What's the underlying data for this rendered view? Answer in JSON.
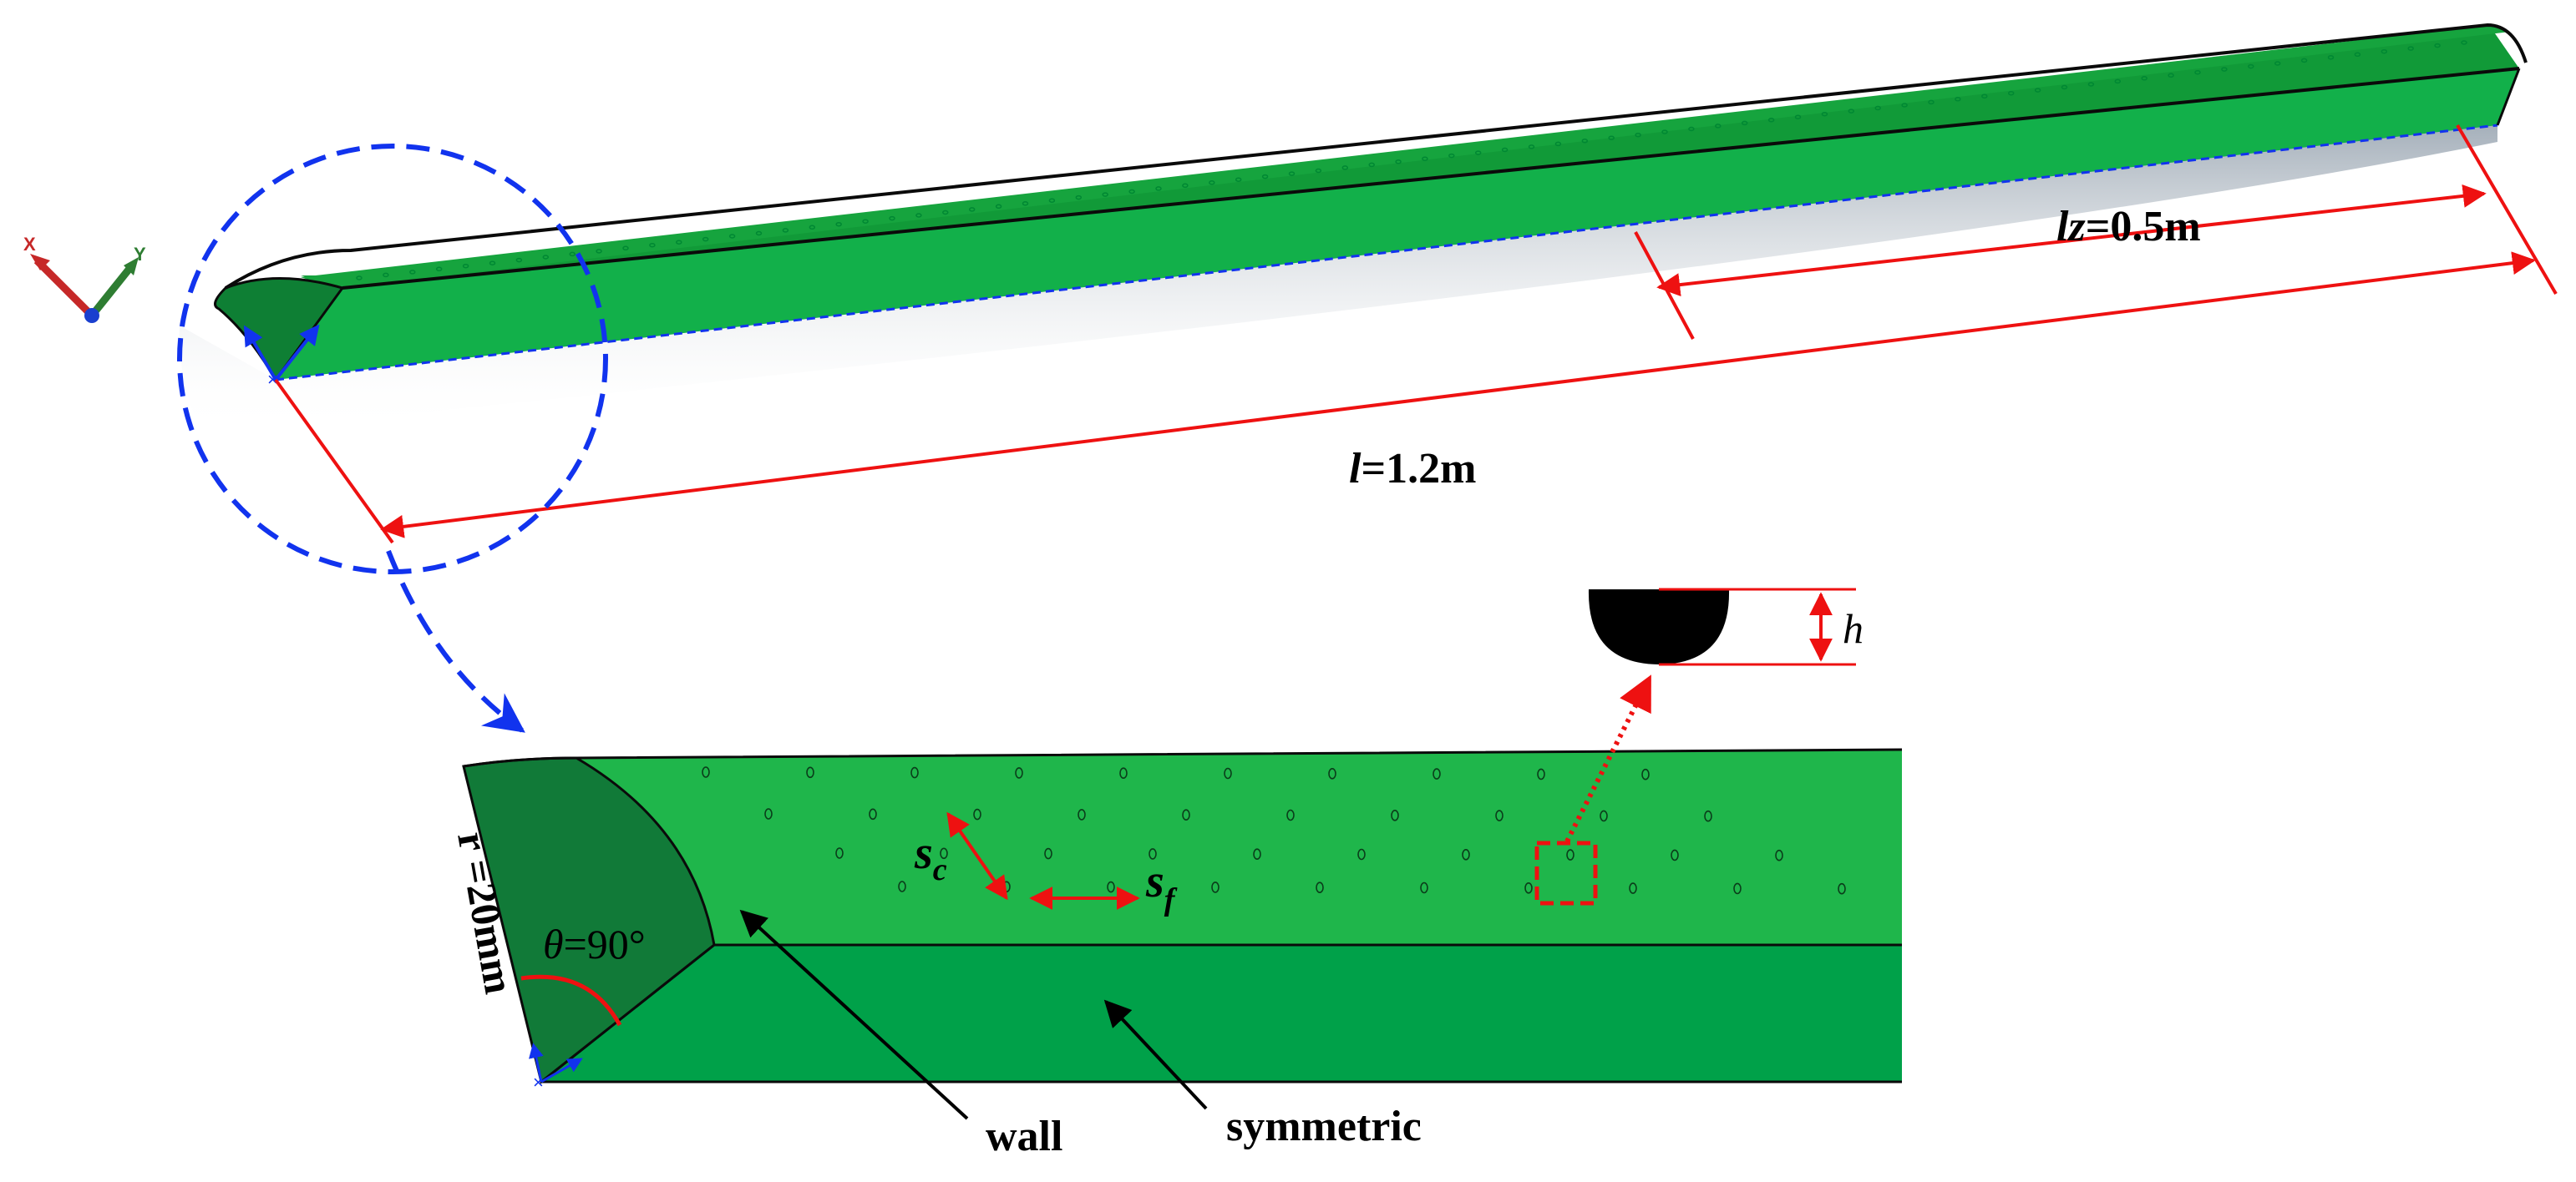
{
  "labels": {
    "length_total_var": "l",
    "length_total_val": "=1.2m",
    "length_zone_var": "lz",
    "length_zone_val": "=0.5m",
    "radius": "r =20mm",
    "angle_sym": "θ",
    "angle_val": "=90°",
    "sc_main": "s",
    "sc_sub": "c",
    "sf_main": "s",
    "sf_sub": "f",
    "height": "h",
    "wall": "wall",
    "symmetric": "symmetric"
  },
  "axes": {
    "x": "X",
    "y": "Y"
  },
  "colors": {
    "green_top": "#12a53c",
    "green_top_light": "#1fbb4d",
    "green_side": "#00a149",
    "green_face": "#117a38",
    "dimension": "#ee1111",
    "callout": "#1133ee",
    "shadow": "#9aa6b2"
  }
}
